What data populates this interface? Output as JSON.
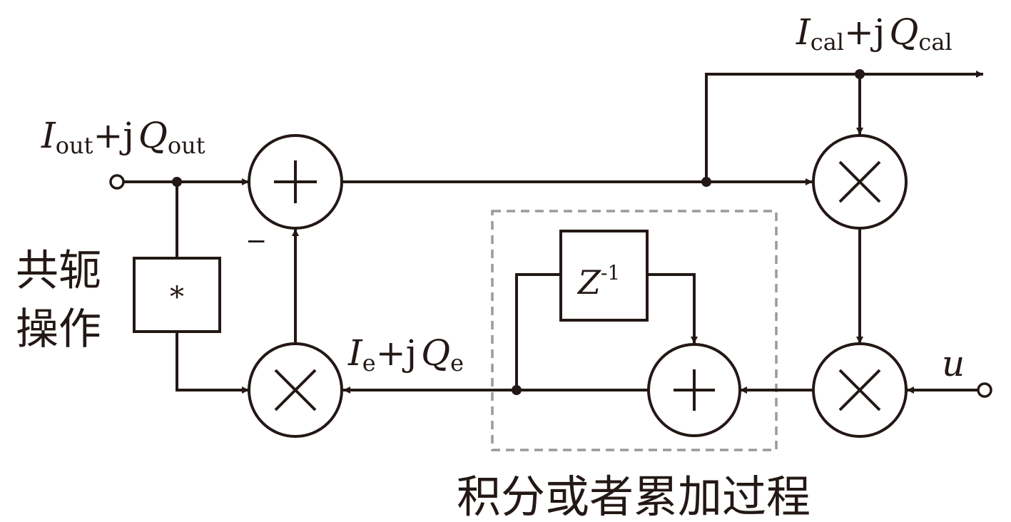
{
  "labels": {
    "input_main": "I",
    "input_sub": "out",
    "input_plus": "+j",
    "input_q": "Q",
    "input_q_sub": "out",
    "output_main": "I",
    "output_sub": "cal",
    "output_plus": "+j",
    "output_q": "Q",
    "output_q_sub": "cal",
    "error_main": "I",
    "error_sub": "e",
    "error_plus": "+j",
    "error_q": "Q",
    "error_q_sub": "e",
    "u_label": "u",
    "minus_sign": "−",
    "conj_line1": "共轭",
    "conj_line2": "操作",
    "conj_symbol": "*",
    "delay_main": "Z",
    "delay_exp": "-1",
    "integrator_caption": "积分或者累加过程"
  },
  "colors": {
    "ink": "#231815",
    "dashed_box": "#9a9a9a"
  },
  "icons": {
    "adder": "plus-in-circle",
    "multiplier": "x-in-circle",
    "terminal": "open-circle",
    "junction": "filled-dot"
  }
}
